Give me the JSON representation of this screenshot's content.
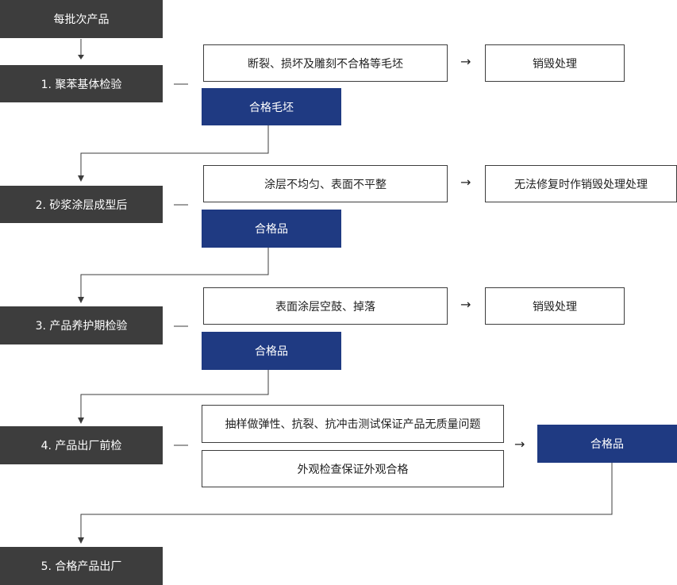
{
  "top": {
    "label": "每批次产品"
  },
  "stages": [
    {
      "label": "1. 聚苯基体检验"
    },
    {
      "label": "2. 砂浆涂层成型后"
    },
    {
      "label": "3. 产品养护期检验"
    },
    {
      "label": "4. 产品出厂前检"
    },
    {
      "label": "5. 合格产品出厂"
    }
  ],
  "checks": {
    "s1_defect": "断裂、损坏及雕刻不合格等毛坯",
    "s1_action": "销毁处理",
    "s1_pass": "合格毛坯",
    "s2_defect": "涂层不均匀、表面不平整",
    "s2_action": "无法修复时作销毁处理处理",
    "s2_pass": "合格品",
    "s3_defect": "表面涂层空鼓、掉落",
    "s3_action": "销毁处理",
    "s3_pass": "合格品",
    "s4_test1": "抽样做弹性、抗裂、抗冲击测试保证产品无质量问题",
    "s4_test2": "外观检查保证外观合格",
    "s4_pass": "合格品"
  },
  "colors": {
    "dark": "#3d3d3d",
    "blue": "#1f3a82"
  }
}
